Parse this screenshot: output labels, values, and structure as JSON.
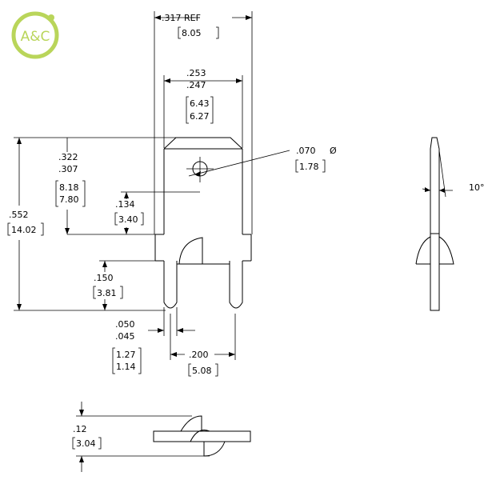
{
  "logo": {
    "text": "A&C",
    "color": "#b9d55a"
  },
  "dimensions": {
    "overall_width": {
      "value": ".317 REF",
      "metric": "8.05"
    },
    "tab_width": {
      "max": ".253",
      "min": ".247",
      "metric_max": "6.43",
      "metric_min": "6.27"
    },
    "tab_height": {
      "max": ".322",
      "min": ".307",
      "metric_max": "8.18",
      "metric_min": "7.80"
    },
    "hole_diameter": {
      "value": ".070",
      "symbol": "Ø",
      "metric": "1.78"
    },
    "hole_position": {
      "value": ".134",
      "metric": "3.40"
    },
    "overall_height": {
      "value": ".552",
      "metric": "14.02"
    },
    "leg_length": {
      "value": ".150",
      "metric": "3.81"
    },
    "leg_width": {
      "max": ".050",
      "min": ".045",
      "metric_max": "1.27",
      "metric_min": "1.14"
    },
    "leg_pitch": {
      "value": ".200",
      "metric": "5.08"
    },
    "side_angle": {
      "value": "10°"
    },
    "thickness": {
      "value": ".12",
      "metric": "3.04"
    }
  }
}
